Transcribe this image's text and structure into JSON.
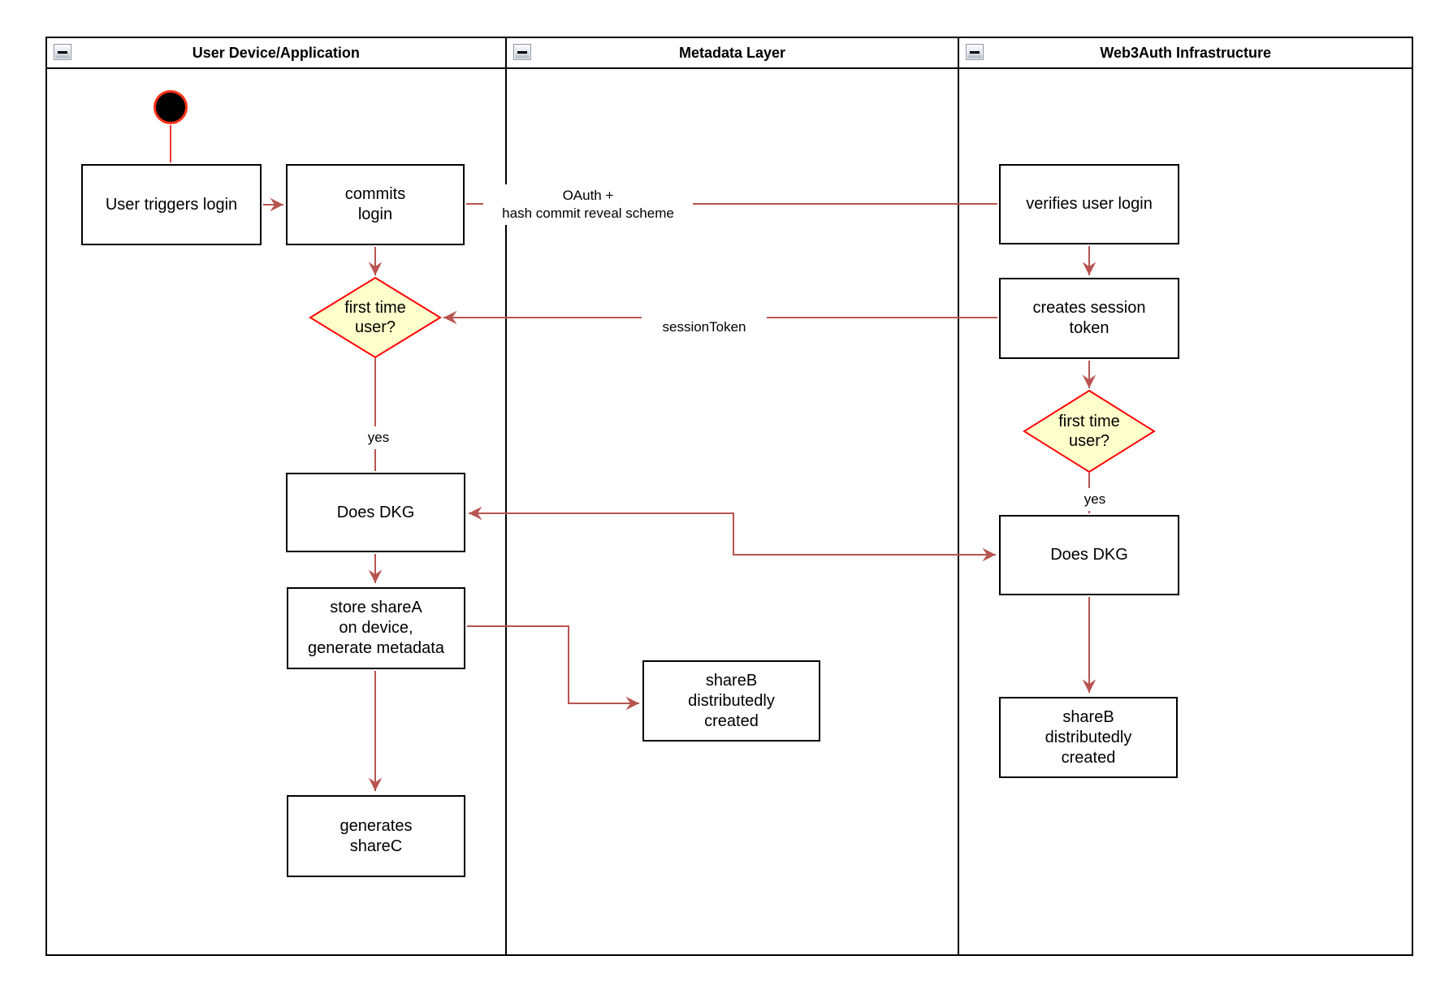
{
  "diagram": {
    "lanes": [
      {
        "label": "User Device/Application"
      },
      {
        "label": "Metadata Layer"
      },
      {
        "label": "Web3Auth Infrastructure"
      }
    ],
    "nodes": {
      "user_triggers_login": "User triggers login",
      "commits_login": "commits\nlogin",
      "verifies_user_login": "verifies user login",
      "creates_session_token": "creates session\ntoken",
      "first_time_user_device": "first time\nuser?",
      "first_time_user_web3auth": "first time\nuser?",
      "does_dkg_device": "Does DKG",
      "does_dkg_web3auth": "Does DKG",
      "store_sharea": "store shareA\non device,\ngenerate metadata",
      "shareb_metadata": "shareB\ndistributedly\ncreated",
      "shareb_web3auth": "shareB\ndistributedly\ncreated",
      "generates_sharec": "generates\nshareC"
    },
    "edge_labels": {
      "oauth": "OAuth +\nhash commit reveal scheme",
      "session_token": "sessionToken",
      "yes_device": "yes",
      "yes_web3auth": "yes"
    },
    "colors": {
      "arrow": "#B85450",
      "start_line": "#FF3333",
      "start_fill": "#000000",
      "start_border": "#FF3318",
      "decision_fill": "#FFFFCC",
      "decision_border": "#FF0000",
      "node_border": "#000000",
      "node_fill": "#FFFFFF"
    }
  }
}
